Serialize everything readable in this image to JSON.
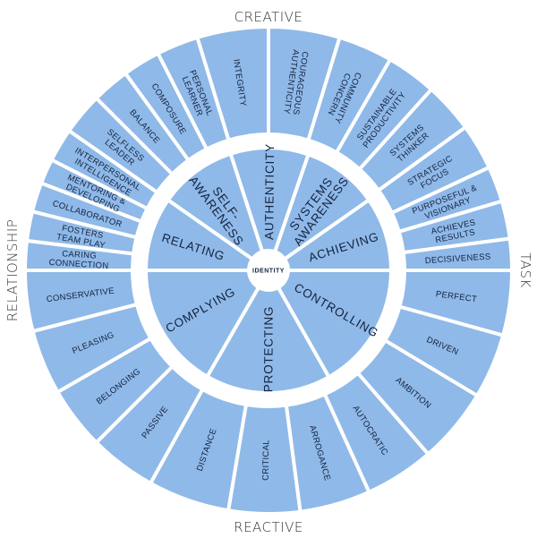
{
  "axes": {
    "top": "CREATIVE",
    "bottom": "REACTIVE",
    "right": "TASK",
    "left": "RELATIONSHIP"
  },
  "center": {
    "label": "IDENTITY"
  },
  "colors": {
    "segment": "#8fb9e8",
    "text": "#14233f",
    "background": "#ffffff"
  },
  "outer_segments": [
    {
      "lines": [
        "CARING",
        "CONNECTION"
      ]
    },
    {
      "lines": [
        "FOSTERS",
        "TEAM PLAY"
      ]
    },
    {
      "lines": [
        "COLLABORATOR"
      ]
    },
    {
      "lines": [
        "MENTORING &",
        "DEVELOPING"
      ]
    },
    {
      "lines": [
        "INTERPERSONAL",
        "INTELLIGENCE"
      ]
    },
    {
      "lines": [
        "SELFLESS",
        "LEADER"
      ]
    },
    {
      "lines": [
        "BALANCE"
      ]
    },
    {
      "lines": [
        "COMPOSURE"
      ]
    },
    {
      "lines": [
        "PERSONAL",
        "LEARNER"
      ]
    },
    {
      "lines": [
        "INTEGRITY"
      ]
    },
    {
      "lines": [
        "COURAGEOUS",
        "AUTHENTICITY"
      ]
    },
    {
      "lines": [
        "COMMUNITY",
        "CONCERN"
      ]
    },
    {
      "lines": [
        "SUSTAINABLE",
        "PRODUCTIVITY"
      ]
    },
    {
      "lines": [
        "SYSTEMS",
        "THINKER"
      ]
    },
    {
      "lines": [
        "STRATEGIC",
        "FOCUS"
      ]
    },
    {
      "lines": [
        "PURPOSEFUL &",
        "VISIONARY"
      ]
    },
    {
      "lines": [
        "ACHIEVES",
        "RESULTS"
      ]
    },
    {
      "lines": [
        "DECISIVENESS"
      ]
    },
    {
      "lines": [
        "PERFECT"
      ]
    },
    {
      "lines": [
        "DRIVEN"
      ]
    },
    {
      "lines": [
        "AMBITION"
      ]
    },
    {
      "lines": [
        "AUTOCRATIC"
      ]
    },
    {
      "lines": [
        "ARROGANCE"
      ]
    },
    {
      "lines": [
        "CRITICAL"
      ]
    },
    {
      "lines": [
        "DISTANCE"
      ]
    },
    {
      "lines": [
        "PASSIVE"
      ]
    },
    {
      "lines": [
        "BELONGING"
      ]
    },
    {
      "lines": [
        "PLEASING"
      ]
    },
    {
      "lines": [
        "CONSERVATIVE"
      ]
    }
  ],
  "inner_segments": [
    {
      "lines": [
        "RELATING"
      ]
    },
    {
      "lines": [
        "SELF-",
        "AWARENESS"
      ]
    },
    {
      "lines": [
        "AUTHENTICITY"
      ]
    },
    {
      "lines": [
        "SYSTEMS",
        "AWARENESS"
      ]
    },
    {
      "lines": [
        "ACHIEVING"
      ]
    },
    {
      "lines": [
        "CONTROLLING"
      ]
    },
    {
      "lines": [
        "PROTECTING"
      ]
    },
    {
      "lines": [
        "COMPLYING"
      ]
    }
  ]
}
